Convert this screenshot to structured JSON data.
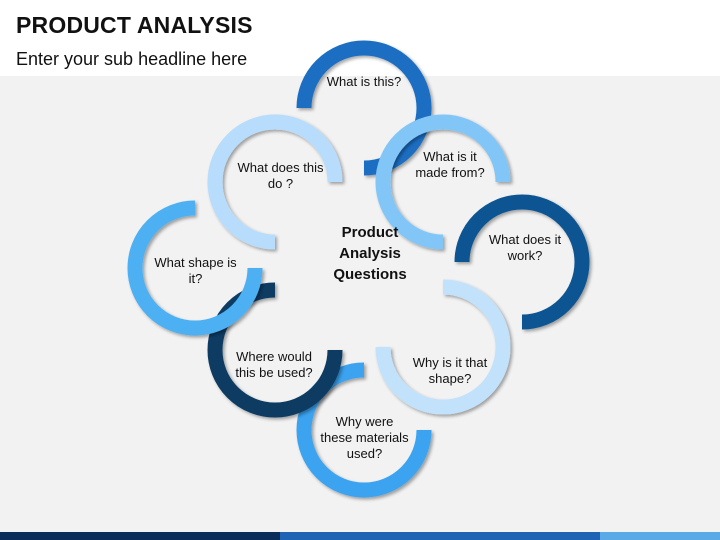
{
  "header": {
    "title": "PRODUCT ANALYSIS",
    "subtitle": "Enter your sub headline here"
  },
  "center": {
    "label": "Product\nAnalysis\nQuestions"
  },
  "questions": [
    {
      "label": "What  is this?",
      "color": "#1b6ec2"
    },
    {
      "label": "What is it\nmade from?",
      "color": "#82c6f8"
    },
    {
      "label": "What does it\nwork?",
      "color": "#0f5592"
    },
    {
      "label": "Why is it that\nshape?",
      "color": "#c2e1fb"
    },
    {
      "label": "Why were\nthese materials\nused?",
      "color": "#3ba3f0"
    },
    {
      "label": "Where would\nthis be used?",
      "color": "#0b3a62"
    },
    {
      "label": "What shape is\nit?",
      "color": "#4db0f3"
    },
    {
      "label": "What does this\ndo ?",
      "color": "#b8dcfb"
    }
  ],
  "colors": {
    "background": "#f2f2f2"
  }
}
